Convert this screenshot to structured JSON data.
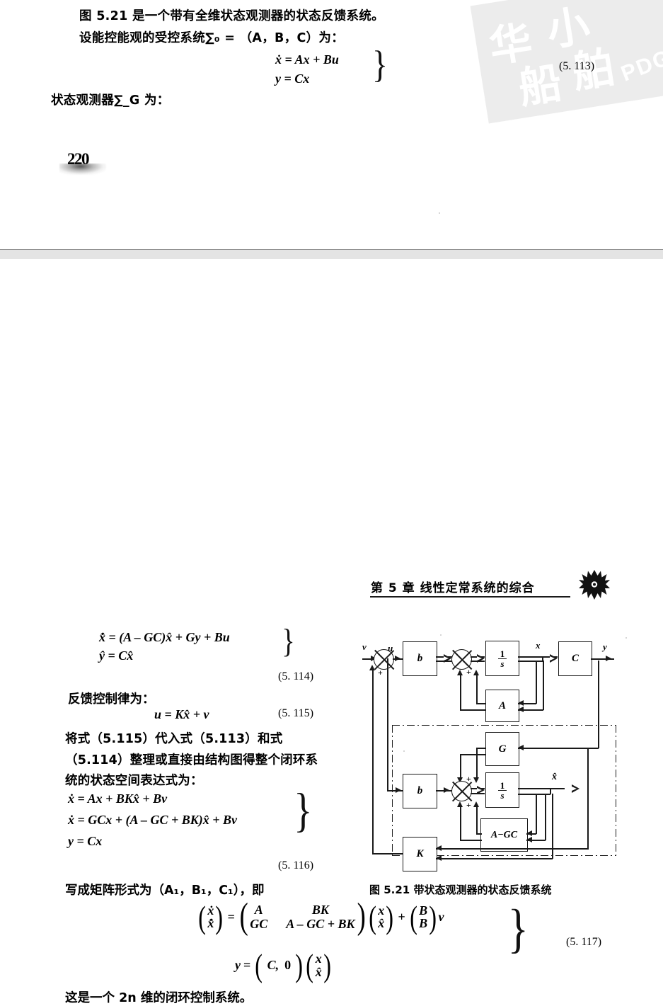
{
  "document": {
    "kind": "scanned-textbook-page",
    "language": "zh-CN",
    "page_number": "220"
  },
  "fragment_top": {
    "lines": [
      "图 5.21 是一个带有全维状态观测器的状态反馈系统。",
      "设能控能观的受控系统∑₀ = （A，B，C）为：",
      "状态观测器∑_G 为："
    ],
    "equation_113": {
      "line1": "ẋ = Ax + Bu",
      "line2": "y = Cx",
      "number": "(5. 113)"
    },
    "page_number": "220"
  },
  "watermark": {
    "char1": "华",
    "char2": "小",
    "char3": "船",
    "char4": "舶",
    "tag": "PDG",
    "fill_color": "#ececec",
    "text_color": "#ffffff"
  },
  "fragment_bottom": {
    "running_header": "第 5 章   线性定常系统的综合",
    "ornament": "flower-ornament",
    "equation_114": {
      "line1": "x̂̇ = (A – GC)x̂ + Gy + Bu",
      "line2": "ŷ = Cx̂",
      "number": "(5. 114)"
    },
    "text_feedback_law": "反馈控制律为：",
    "equation_115": {
      "line1": "u = Kx̂ + v",
      "number": "(5. 115)"
    },
    "paragraph": [
      "将式（5.115）代入式（5.113）和式",
      "（5.114）整理或直接由结构图得整个闭环系",
      "统的状态空间表达式为："
    ],
    "equation_116": {
      "line1": "ẋ = Ax + BKx̂ + Bv",
      "line2": "ẋ = GCx + (A – GC + BK)x̂ + Bv",
      "line3": "y = Cx",
      "number": "(5. 116)"
    },
    "text_matrix_form": "写成矩阵形式为（A₁，B₁，C₁），即",
    "equation_117": {
      "lhs_vector": [
        "ẋ",
        "x̂̇"
      ],
      "matrix": [
        [
          "A",
          "BK"
        ],
        [
          "GC",
          "A – GC + BK"
        ]
      ],
      "state_vector": [
        "x",
        "x̂"
      ],
      "input_matrix": [
        "B",
        "B"
      ],
      "input_symbol": "v",
      "output_line": {
        "lhs": "y",
        "row_vector": [
          "C,",
          "0"
        ],
        "state_vector": [
          "x",
          "x̂"
        ]
      },
      "number": "(5. 117)"
    },
    "closing_line": "这是一个 2n 维的闭环控制系统。"
  },
  "figure": {
    "caption": "图 5.21   带状态观测器的状态反馈系统",
    "blocks": [
      {
        "id": "b-top",
        "label": "b"
      },
      {
        "id": "int-top",
        "label": "1/s"
      },
      {
        "id": "C",
        "label": "C"
      },
      {
        "id": "A",
        "label": "A"
      },
      {
        "id": "G",
        "label": "G"
      },
      {
        "id": "b-bot",
        "label": "b"
      },
      {
        "id": "int-bot",
        "label": "1/s"
      },
      {
        "id": "A-GC",
        "label": "A−GC"
      },
      {
        "id": "K",
        "label": "K"
      }
    ],
    "signal_labels": {
      "input": "v",
      "control": "u",
      "state": "x",
      "output": "y",
      "estimate": "x̂"
    },
    "sum_signs": [
      "+",
      "+",
      "+",
      "+"
    ],
    "summing_junctions": 3
  }
}
